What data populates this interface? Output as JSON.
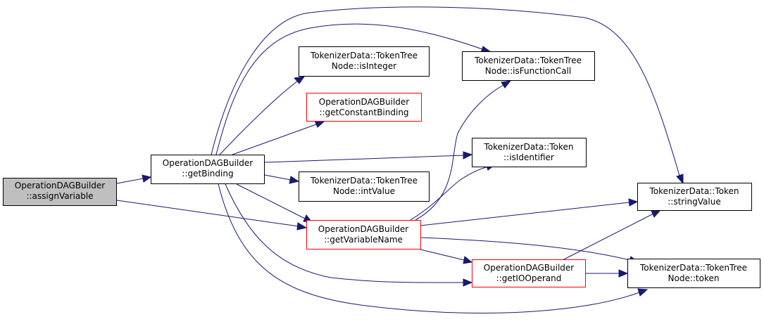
{
  "colors": {
    "edge": "#191970",
    "border_normal": "#000000",
    "border_highlight": "#ff0000",
    "root_fill": "#bfbfbf",
    "node_fill": "#ffffff"
  },
  "nodes": {
    "assign_variable": {
      "lines": [
        "OperationDAGBuilder",
        "::assignVariable"
      ],
      "style": "root"
    },
    "get_binding": {
      "lines": [
        "OperationDAGBuilder",
        "::getBinding"
      ],
      "style": "normal"
    },
    "is_integer": {
      "lines": [
        "TokenizerData::TokenTree",
        "Node::isInteger"
      ],
      "style": "normal"
    },
    "get_constant_binding": {
      "lines": [
        "OperationDAGBuilder",
        "::getConstantBinding"
      ],
      "style": "highlight"
    },
    "int_value": {
      "lines": [
        "TokenizerData::TokenTree",
        "Node::intValue"
      ],
      "style": "normal"
    },
    "get_variable_name": {
      "lines": [
        "OperationDAGBuilder",
        "::getVariableName"
      ],
      "style": "highlight"
    },
    "is_function_call": {
      "lines": [
        "TokenizerData::TokenTree",
        "Node::isFunctionCall"
      ],
      "style": "normal"
    },
    "is_identifier": {
      "lines": [
        "TokenizerData::Token",
        "::isIdentifier"
      ],
      "style": "normal"
    },
    "get_io_operand": {
      "lines": [
        "OperationDAGBuilder",
        "::getIOOperand"
      ],
      "style": "highlight"
    },
    "string_value": {
      "lines": [
        "TokenizerData::Token",
        "::stringValue"
      ],
      "style": "normal"
    },
    "token": {
      "lines": [
        "TokenizerData::TokenTree",
        "Node::token"
      ],
      "style": "normal"
    }
  }
}
